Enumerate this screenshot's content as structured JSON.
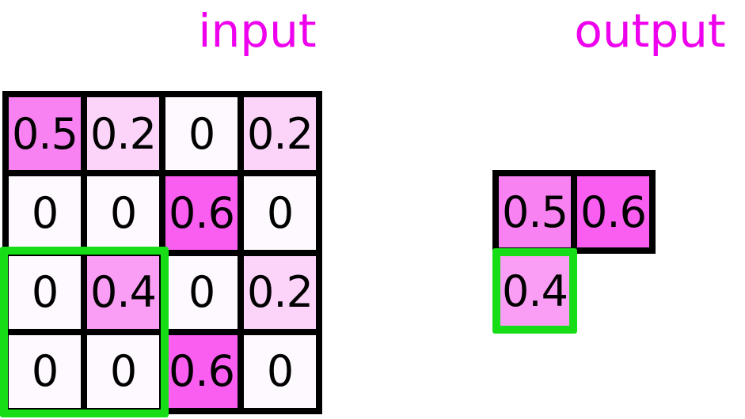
{
  "titles": {
    "input": "input",
    "output": "output"
  },
  "colors": {
    "title_magenta": "#EE00EE",
    "grid_border": "#000000",
    "highlight_green": "#17DD17",
    "cell_text": "#000000",
    "value_colors": {
      "0": "#FEF9FE",
      "0.2": "#FCD4F9",
      "0.4": "#FA9DF4",
      "0.5": "#F982F2",
      "0.6": "#F95EF1"
    }
  },
  "input_grid": {
    "rows": 4,
    "cols": 4,
    "values": [
      [
        "0.5",
        "0.2",
        "0",
        "0.2"
      ],
      [
        "0",
        "0",
        "0.6",
        "0"
      ],
      [
        "0",
        "0.4",
        "0",
        "0.2"
      ],
      [
        "0",
        "0",
        "0.6",
        "0"
      ]
    ],
    "highlight_window": {
      "row_start": 2,
      "col_start": 0,
      "rows": 2,
      "cols": 2
    }
  },
  "output_grid": {
    "cells": [
      {
        "value": "0.5",
        "row": 0,
        "col": 0,
        "border": "black"
      },
      {
        "value": "0.6",
        "row": 0,
        "col": 1,
        "border": "black"
      },
      {
        "value": "0.4",
        "row": 1,
        "col": 0,
        "border": "green"
      }
    ]
  }
}
